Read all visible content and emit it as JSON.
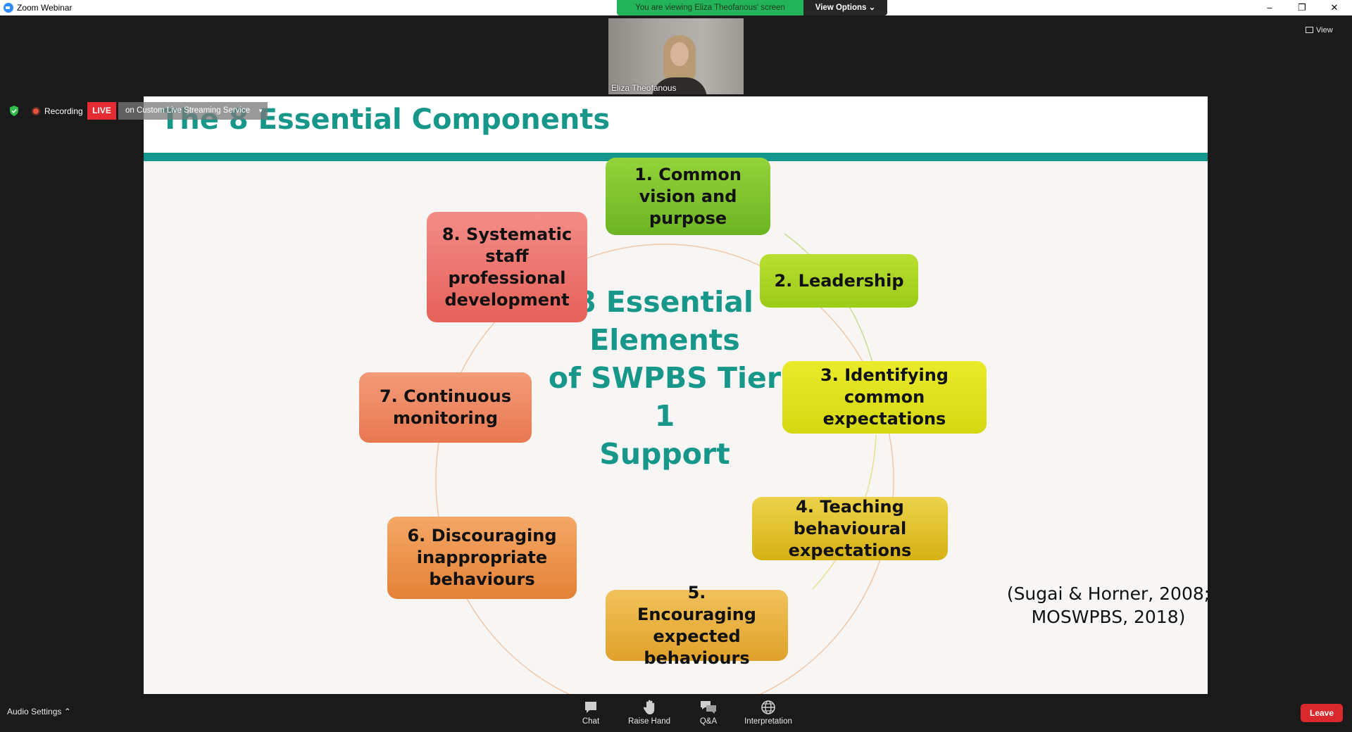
{
  "window": {
    "title": "Zoom Webinar",
    "minimize_glyph": "–",
    "restore_glyph": "❐",
    "close_glyph": "✕"
  },
  "banner": {
    "viewing_text": "You are viewing Eliza Theofanous' screen",
    "view_options_label": "View Options ⌄"
  },
  "speaker": {
    "name": "Eliza Theofanous"
  },
  "view_button_label": "View",
  "status": {
    "recording_label": "Recording",
    "live_label": "LIVE",
    "stream_label": "on Custom Live Streaming Service",
    "stream_arrow": "▼"
  },
  "slide": {
    "title": "The 8 Essential Components",
    "center_text": [
      "8 Essential",
      "Elements",
      "of SWPBS Tier 1",
      "Support"
    ],
    "components": [
      "1. Common vision and purpose",
      "2. Leadership",
      "3. Identifying common expectations",
      "4. Teaching behavioural expectations",
      "5. Encouraging expected behaviours",
      "6. Discouraging inappropriate behaviours",
      "7. Continuous monitoring",
      "8. Systematic staff professional development"
    ],
    "citation_lines": [
      "(Sugai & Horner, 2008;",
      "MOSWPBS, 2018)"
    ],
    "colors": {
      "title": "#16978a",
      "rule": "#14968f"
    }
  },
  "bottom_bar": {
    "audio_settings_label": "Audio Settings  ⌃",
    "tools": [
      {
        "label": "Chat",
        "icon": "chat-icon"
      },
      {
        "label": "Raise Hand",
        "icon": "raise-hand-icon"
      },
      {
        "label": "Q&A",
        "icon": "qa-icon"
      },
      {
        "label": "Interpretation",
        "icon": "globe-icon"
      }
    ],
    "leave_label": "Leave"
  }
}
